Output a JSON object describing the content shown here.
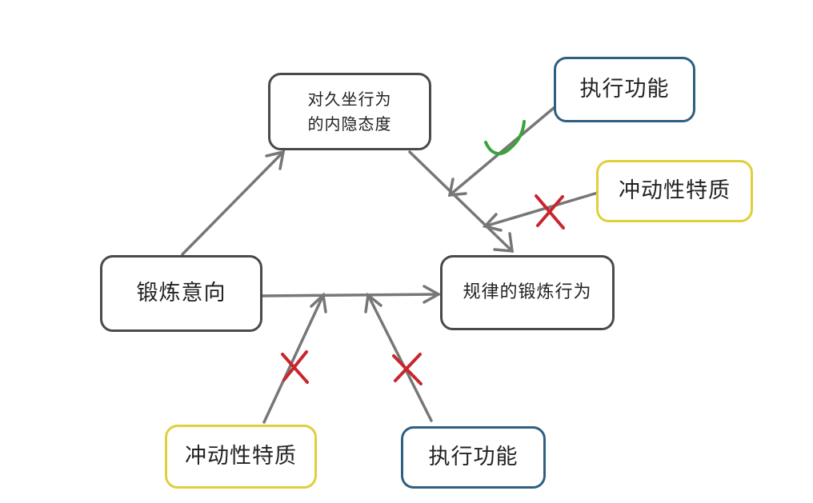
{
  "nodes": {
    "attitude": {
      "line1": "对久坐行为",
      "line2": "的内隐态度"
    },
    "intention": {
      "label": "锻炼意向"
    },
    "behavior": {
      "label": "规律的锻炼行为"
    },
    "exec_top": {
      "label": "执行功能"
    },
    "impulse_right": {
      "label": "冲动性特质"
    },
    "impulse_bottom": {
      "label": "冲动性特质"
    },
    "exec_bottom": {
      "label": "执行功能"
    }
  },
  "colors": {
    "arrow": "#777777",
    "box_border": "#4a4a4a",
    "exec_border": "#2f5f82",
    "impulse_border": "#e0cf3a",
    "check_mark": "#3aa43a",
    "cross_mark": "#c8262e"
  },
  "marks": {
    "exec_top_link": "check",
    "impulse_right_link": "cross",
    "impulse_bottom_link": "cross",
    "exec_bottom_link": "cross"
  }
}
